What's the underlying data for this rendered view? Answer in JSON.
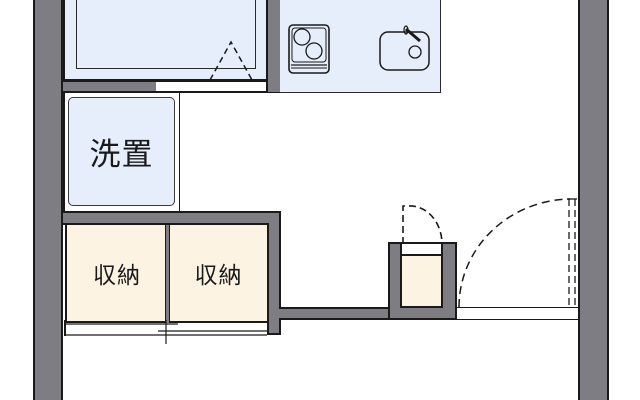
{
  "floor_plan": {
    "rooms": {
      "washer_space": {
        "label": "洗置",
        "meaning": "washing machine space"
      },
      "storage_left": {
        "label": "収納"
      },
      "storage_right": {
        "label": "収納"
      }
    },
    "fixtures": {
      "unit_bath": "bathtub",
      "kitchen_stove": "two-burner stove",
      "kitchen_sink": "sink with faucet",
      "shoe_box": "shoe cabinet",
      "entrance_door": "swing door"
    },
    "colors": {
      "wall": "#7d7d83",
      "wall_outline": "#1a1a1a",
      "wet_area": "#e6eefb",
      "storage": "#fdf3e3",
      "floor": "#ffffff"
    }
  }
}
